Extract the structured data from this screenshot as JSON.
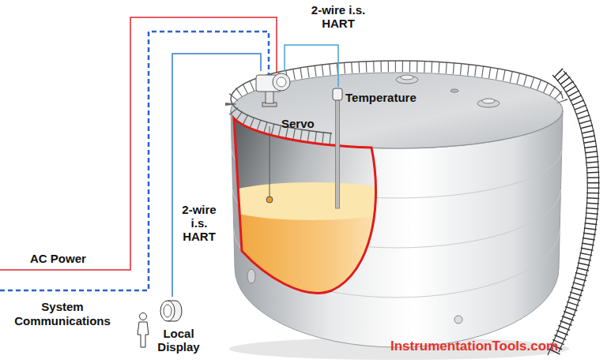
{
  "diagram": {
    "nodes": [
      {
        "text": [
          "Servo"
        ]
      },
      {
        "text": [
          "Temperature"
        ]
      },
      {
        "text": [
          "Local Display"
        ]
      }
    ],
    "edges": [
      {
        "from": 0,
        "to": 1,
        "arrow": "none",
        "label": "2-wire i.s. HART"
      },
      {
        "from": 0,
        "to": 2,
        "arrow": "none",
        "label": "2-wire i.s. HART"
      }
    ],
    "labels": [
      "AC Power",
      "System Communications",
      "InstrumentationTools.com"
    ]
  }
}
